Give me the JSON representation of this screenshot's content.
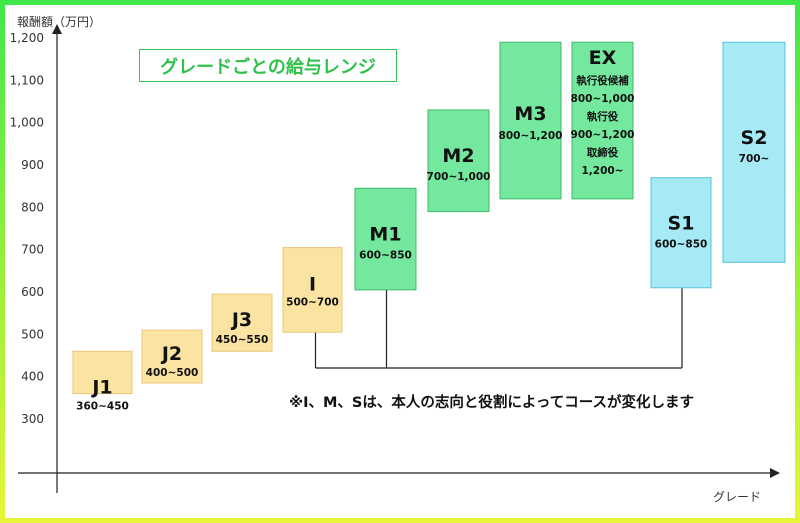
{
  "chart_data": {
    "type": "range-bar",
    "title": "グレードごとの給与レンジ",
    "ylabel": "報酬額（万円）",
    "xlabel": "グレード",
    "ylim": [
      300,
      1200
    ],
    "yticks": [
      {
        "value": 300,
        "label": "300"
      },
      {
        "value": 400,
        "label": "400"
      },
      {
        "value": 500,
        "label": "500"
      },
      {
        "value": 600,
        "label": "600"
      },
      {
        "value": 700,
        "label": "700"
      },
      {
        "value": 800,
        "label": "800"
      },
      {
        "value": 900,
        "label": "900"
      },
      {
        "value": 1000,
        "label": "1,000"
      },
      {
        "value": 1100,
        "label": "1,100"
      },
      {
        "value": 1200,
        "label": "1,200"
      }
    ],
    "grid": false,
    "colors": {
      "junior": "#fbe3a2",
      "junior_border": "#e9c77a",
      "manager": "#74e89e",
      "manager_border": "#41b86a",
      "specialist": "#a6eaf5",
      "specialist_border": "#57c3d8",
      "title": "#2ec24a",
      "axis": "#222222"
    },
    "grades": [
      {
        "id": "j1",
        "name": "J1",
        "range": "360~450",
        "low": 360,
        "high": 460,
        "group": "junior"
      },
      {
        "id": "j2",
        "name": "J2",
        "range": "400~500",
        "low": 385,
        "high": 510,
        "group": "junior"
      },
      {
        "id": "j3",
        "name": "J3",
        "range": "450~550",
        "low": 460,
        "high": 595,
        "group": "junior"
      },
      {
        "id": "i",
        "name": "I",
        "range": "500~700",
        "low": 505,
        "high": 705,
        "group": "junior"
      },
      {
        "id": "m1",
        "name": "M1",
        "range": "600~850",
        "low": 605,
        "high": 845,
        "group": "manager"
      },
      {
        "id": "m2",
        "name": "M2",
        "range": "700~1,000",
        "low": 790,
        "high": 1030,
        "group": "manager"
      },
      {
        "id": "m3",
        "name": "M3",
        "range": "800~1,200",
        "low": 820,
        "high": 1190,
        "group": "manager"
      },
      {
        "id": "ex",
        "name": "EX",
        "range": "",
        "low": 820,
        "high": 1190,
        "group": "manager",
        "details": [
          "執行役候補",
          "800~1,000",
          "執行役",
          "900~1,200",
          "取締役",
          "1,200~"
        ]
      },
      {
        "id": "s1",
        "name": "S1",
        "range": "600~850",
        "low": 610,
        "high": 870,
        "group": "specialist"
      },
      {
        "id": "s2",
        "name": "S2",
        "range": "700~",
        "low": 670,
        "high": 1190,
        "group": "specialist"
      }
    ],
    "note": "※I、M、Sは、本人の志向と役割によってコースが変化します"
  }
}
